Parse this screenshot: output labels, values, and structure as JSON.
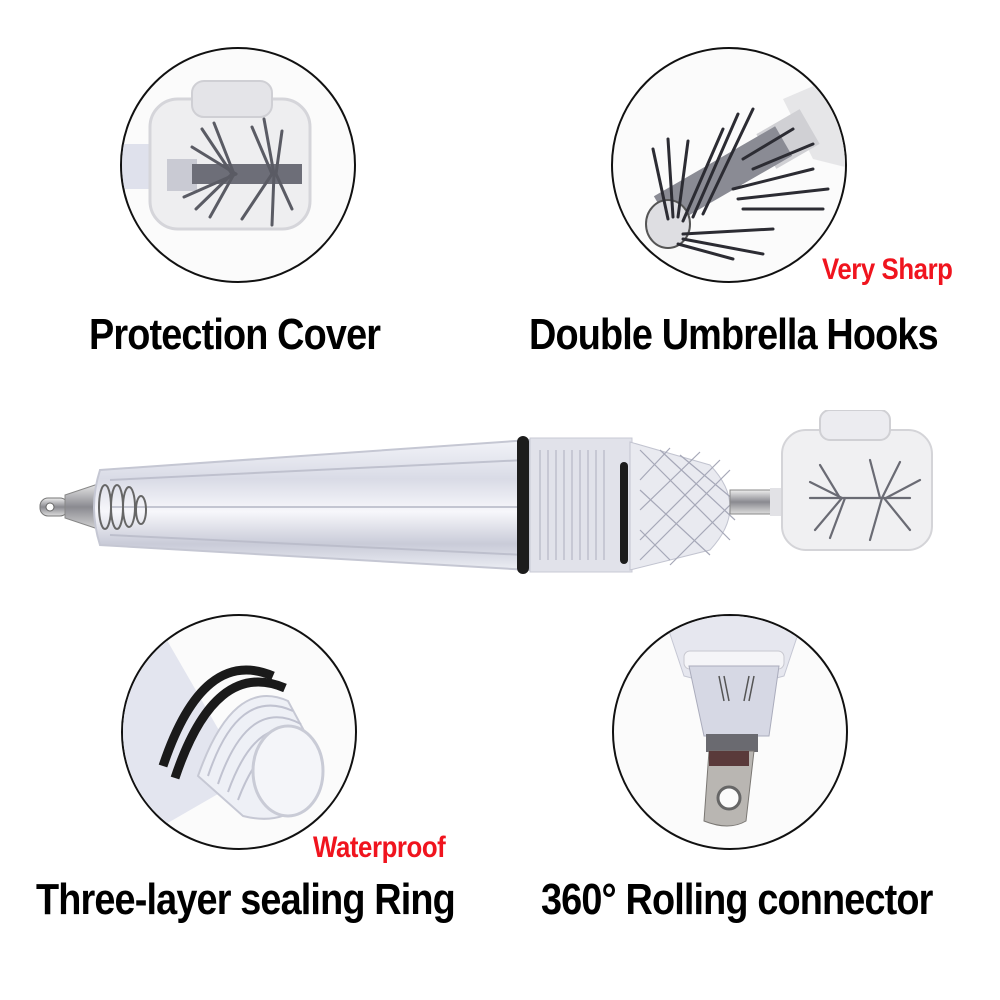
{
  "features": [
    {
      "id": "protection-cover",
      "title": "Protection Cover",
      "accent": null,
      "image": "protection-cover-closeup-icon"
    },
    {
      "id": "double-umbrella-hooks",
      "title": "Double Umbrella Hooks",
      "accent": "Very Sharp",
      "image": "umbrella-hooks-closeup-icon"
    },
    {
      "id": "sealing-ring",
      "title": "Three-layer sealing Ring",
      "accent": "Waterproof",
      "image": "sealing-ring-closeup-icon"
    },
    {
      "id": "rolling-connector",
      "title": "360° Rolling connector",
      "accent": null,
      "image": "rolling-connector-closeup-icon"
    }
  ],
  "product": {
    "image": "squid-jig-led-light-icon"
  },
  "colors": {
    "accent": "#f0141e",
    "text": "#000000",
    "circle_border": "#111111",
    "background": "#ffffff"
  }
}
